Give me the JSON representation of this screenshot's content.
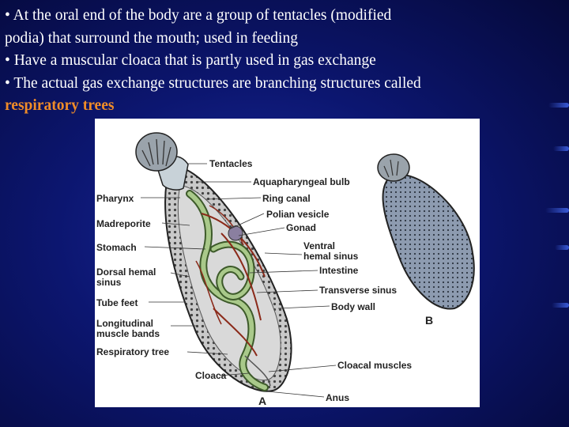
{
  "text": {
    "bullet1_line1": "• At the oral end of the body are a group of tentacles  (modified",
    "bullet1_line2": "podia) that surround the mouth; used  in feeding",
    "bullet2": "• Have a muscular cloaca that is partly used in gas exchange",
    "bullet3": "• The actual gas exchange structures are branching structures called",
    "highlight": "respiratory trees"
  },
  "colors": {
    "background": "#0c1670",
    "text": "#ffffff",
    "highlight": "#f08c28"
  },
  "figure": {
    "labels": {
      "tentacles": "Tentacles",
      "aquapharyngeal_bulb": "Aquapharyngeal bulb",
      "pharynx": "Pharynx",
      "ring_canal": "Ring canal",
      "polian_vesicle": "Polian vesicle",
      "madreporite": "Madreporite",
      "gonad": "Gonad",
      "stomach": "Stomach",
      "ventral": "Ventral",
      "hemal_sinus": "hemal sinus",
      "intestine": "Intestine",
      "dorsal_hemal": "Dorsal hemal",
      "sinus": "sinus",
      "transverse_sinus": "Transverse sinus",
      "tube_feet": "Tube feet",
      "body_wall": "Body wall",
      "longitudinal": "Longitudinal",
      "muscle_bands": "muscle bands",
      "respiratory_tree": "Respiratory tree",
      "cloacal_muscles": "Cloacal muscles",
      "cloaca": "Cloaca",
      "anus": "Anus",
      "panel_a": "A",
      "panel_b": "B"
    }
  }
}
